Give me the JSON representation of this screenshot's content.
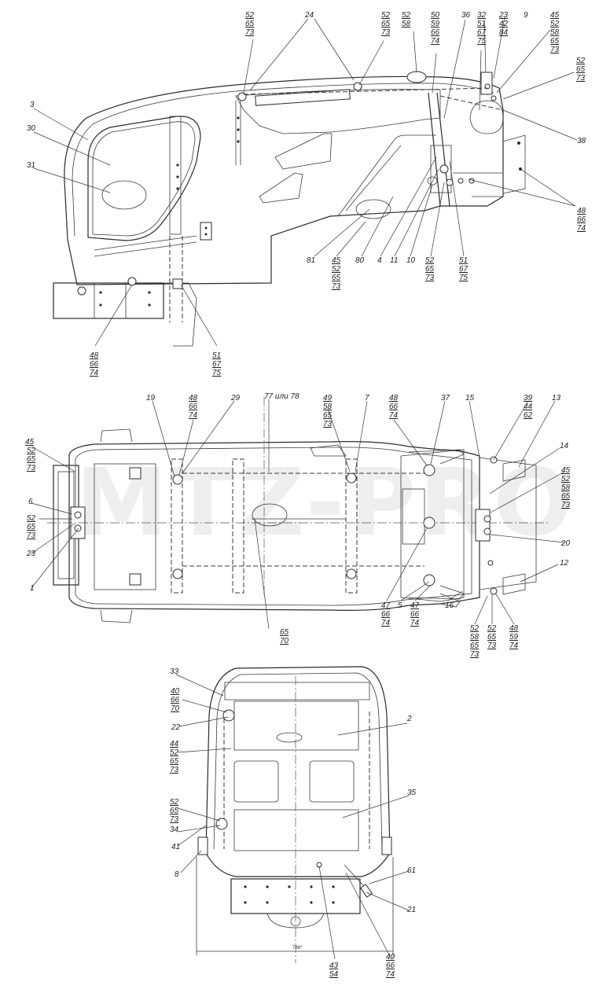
{
  "watermark": "MTZ-PRO",
  "dimension_note": "786*",
  "view_top": {
    "callouts": [
      {
        "id": "t1",
        "lines": [
          "52",
          "65",
          "73"
        ]
      },
      {
        "id": "t2",
        "lines": [
          "24"
        ]
      },
      {
        "id": "t3",
        "lines": [
          "52",
          "65",
          "73"
        ]
      },
      {
        "id": "t4",
        "lines": [
          "52",
          "58"
        ]
      },
      {
        "id": "t5",
        "lines": [
          "50",
          "59",
          "66",
          "74"
        ]
      },
      {
        "id": "t6",
        "lines": [
          "36"
        ]
      },
      {
        "id": "t7",
        "lines": [
          "32",
          "51",
          "67",
          "75"
        ]
      },
      {
        "id": "t8",
        "lines": [
          "23",
          "42",
          "84"
        ]
      },
      {
        "id": "t9",
        "lines": [
          "9"
        ]
      },
      {
        "id": "t10",
        "lines": [
          "45",
          "52",
          "58",
          "65",
          "73"
        ]
      },
      {
        "id": "t11",
        "lines": [
          "52",
          "65",
          "73"
        ]
      },
      {
        "id": "t12",
        "lines": [
          "38"
        ]
      },
      {
        "id": "t13",
        "lines": [
          "48",
          "66",
          "74"
        ]
      },
      {
        "id": "t14",
        "lines": [
          "3"
        ]
      },
      {
        "id": "t15",
        "lines": [
          "30"
        ]
      },
      {
        "id": "t16",
        "lines": [
          "31"
        ]
      },
      {
        "id": "t17",
        "lines": [
          "81"
        ]
      },
      {
        "id": "t18",
        "lines": [
          "45",
          "52",
          "65",
          "73"
        ]
      },
      {
        "id": "t19",
        "lines": [
          "80"
        ]
      },
      {
        "id": "t20",
        "lines": [
          "4"
        ]
      },
      {
        "id": "t21",
        "lines": [
          "11"
        ]
      },
      {
        "id": "t22",
        "lines": [
          "10"
        ]
      },
      {
        "id": "t23",
        "lines": [
          "52",
          "65",
          "73"
        ]
      },
      {
        "id": "t24",
        "lines": [
          "51",
          "67",
          "75"
        ]
      },
      {
        "id": "t25",
        "lines": [
          "48",
          "66",
          "74"
        ]
      },
      {
        "id": "t26",
        "lines": [
          "51",
          "67",
          "75"
        ]
      }
    ]
  },
  "view_middle": {
    "callouts": [
      {
        "id": "m1",
        "lines": [
          "19"
        ]
      },
      {
        "id": "m2",
        "lines": [
          "48",
          "66",
          "74"
        ]
      },
      {
        "id": "m3",
        "lines": [
          "29"
        ]
      },
      {
        "id": "m4",
        "lines": [
          "77 или 78"
        ]
      },
      {
        "id": "m5",
        "lines": [
          "49",
          "58",
          "65",
          "73"
        ]
      },
      {
        "id": "m6",
        "lines": [
          "7"
        ]
      },
      {
        "id": "m7",
        "lines": [
          "48",
          "66",
          "74"
        ]
      },
      {
        "id": "m8",
        "lines": [
          "37"
        ]
      },
      {
        "id": "m9",
        "lines": [
          "15"
        ]
      },
      {
        "id": "m10",
        "lines": [
          "39",
          "44",
          "62"
        ]
      },
      {
        "id": "m11",
        "lines": [
          "13"
        ]
      },
      {
        "id": "m12",
        "lines": [
          "14"
        ]
      },
      {
        "id": "m13",
        "lines": [
          "45",
          "52",
          "65",
          "73"
        ]
      },
      {
        "id": "m14",
        "lines": [
          "6"
        ]
      },
      {
        "id": "m15",
        "lines": [
          "52",
          "65",
          "73"
        ]
      },
      {
        "id": "m16",
        "lines": [
          "23"
        ]
      },
      {
        "id": "m17",
        "lines": [
          "1"
        ]
      },
      {
        "id": "m18",
        "lines": [
          "45",
          "52",
          "58",
          "65",
          "73"
        ]
      },
      {
        "id": "m19",
        "lines": [
          "20"
        ]
      },
      {
        "id": "m20",
        "lines": [
          "12"
        ]
      },
      {
        "id": "m21",
        "lines": [
          "65",
          "70"
        ]
      },
      {
        "id": "m22",
        "lines": [
          "47",
          "66",
          "74"
        ]
      },
      {
        "id": "m23",
        "lines": [
          "5"
        ]
      },
      {
        "id": "m24",
        "lines": [
          "47",
          "66",
          "74"
        ]
      },
      {
        "id": "m25",
        "lines": [
          "16"
        ]
      },
      {
        "id": "m26",
        "lines": [
          "52",
          "58",
          "65",
          "73"
        ]
      },
      {
        "id": "m27",
        "lines": [
          "52",
          "65",
          "73"
        ]
      },
      {
        "id": "m28",
        "lines": [
          "48",
          "59",
          "74"
        ]
      }
    ]
  },
  "view_bottom": {
    "callouts": [
      {
        "id": "b1",
        "lines": [
          "33"
        ]
      },
      {
        "id": "b2",
        "lines": [
          "40",
          "66",
          "70"
        ]
      },
      {
        "id": "b3",
        "lines": [
          "22"
        ]
      },
      {
        "id": "b4",
        "lines": [
          "44",
          "52",
          "65",
          "73"
        ]
      },
      {
        "id": "b5",
        "lines": [
          "2"
        ]
      },
      {
        "id": "b6",
        "lines": [
          "35"
        ]
      },
      {
        "id": "b7",
        "lines": [
          "52",
          "65",
          "73"
        ]
      },
      {
        "id": "b8",
        "lines": [
          "34"
        ]
      },
      {
        "id": "b9",
        "lines": [
          "41"
        ]
      },
      {
        "id": "b10",
        "lines": [
          "8"
        ]
      },
      {
        "id": "b11",
        "lines": [
          "61"
        ]
      },
      {
        "id": "b12",
        "lines": [
          "21"
        ]
      },
      {
        "id": "b13",
        "lines": [
          "43",
          "54"
        ]
      },
      {
        "id": "b14",
        "lines": [
          "49",
          "66",
          "74"
        ]
      }
    ]
  }
}
